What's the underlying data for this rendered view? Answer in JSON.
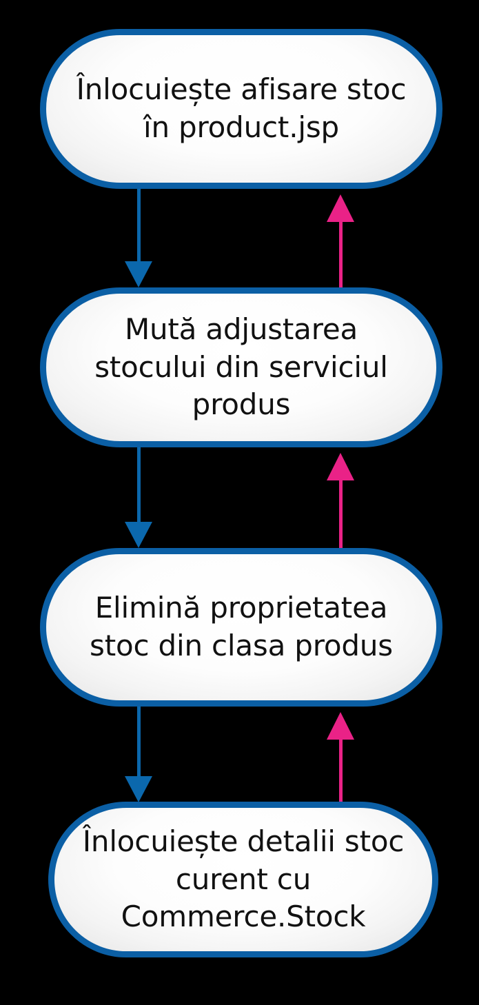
{
  "diagram": {
    "type": "flowchart",
    "orientation": "top-to-bottom",
    "background_color": "#000000",
    "node_border_color": "#0b5fa5",
    "node_fill_color": "#ffffff",
    "text_color": "#111111",
    "forward_edge_color": "#0b68ad",
    "return_edge_color": "#ea2287",
    "nodes": [
      {
        "id": "node-1",
        "label": "Înlocuiește afisare stoc\nîn product.jsp"
      },
      {
        "id": "node-2",
        "label": "Mută adjustarea\nstocului din serviciul\nprodus"
      },
      {
        "id": "node-3",
        "label": "Elimină proprietatea\nstoc din clasa produs"
      },
      {
        "id": "node-4",
        "label": "Înlocuiește detalii stoc\ncurent cu\nCommerce.Stock"
      }
    ],
    "edges": [
      {
        "id": "edge-1-2-down",
        "from": "node-1",
        "to": "node-2",
        "direction": "down",
        "color": "#0b68ad"
      },
      {
        "id": "edge-2-1-up",
        "from": "node-2",
        "to": "node-1",
        "direction": "up",
        "color": "#ea2287"
      },
      {
        "id": "edge-2-3-down",
        "from": "node-2",
        "to": "node-3",
        "direction": "down",
        "color": "#0b68ad"
      },
      {
        "id": "edge-3-2-up",
        "from": "node-3",
        "to": "node-2",
        "direction": "up",
        "color": "#ea2287"
      },
      {
        "id": "edge-3-4-down",
        "from": "node-3",
        "to": "node-4",
        "direction": "down",
        "color": "#0b68ad"
      },
      {
        "id": "edge-4-3-up",
        "from": "node-4",
        "to": "node-3",
        "direction": "up",
        "color": "#ea2287"
      }
    ]
  }
}
